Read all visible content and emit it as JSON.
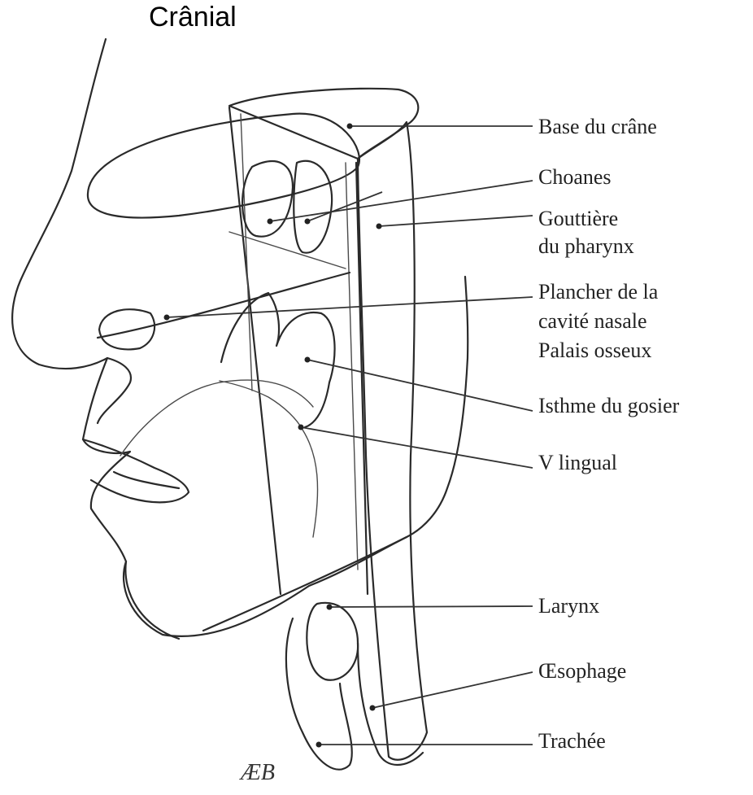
{
  "title": "Crânial",
  "labels": {
    "base_crane": "Base du crâne",
    "choanes": "Choanes",
    "gouttiere_1": "Gouttière",
    "gouttiere_2": "du pharynx",
    "plancher_1": "Plancher de la",
    "plancher_2": "cavité nasale",
    "palais": "Palais osseux",
    "isthme": "Isthme du gosier",
    "v_lingual": "V lingual",
    "larynx": "Larynx",
    "oesophage": "Œsophage",
    "trachee": "Trachée"
  },
  "signature": "ÆB"
}
